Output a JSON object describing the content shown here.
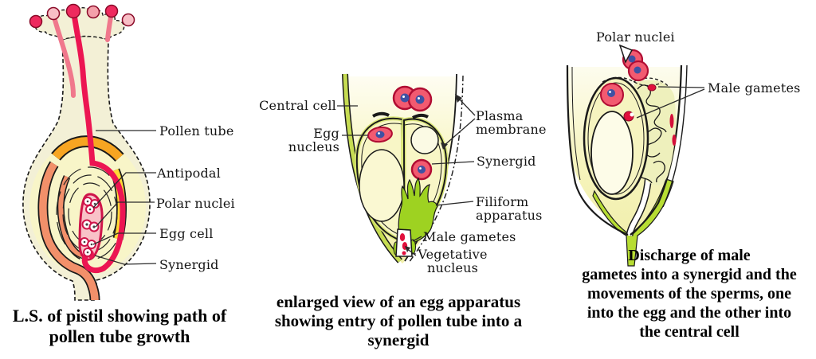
{
  "page": {
    "background": "#ffffff"
  },
  "colors": {
    "crimson_tube": "#ec1552",
    "light_pink_tube": "#f0788c",
    "pink_cell": "#f25a70",
    "cell_outline": "#b00d33",
    "blue_nucleus": "#3f51a3",
    "orange_integument": "#f7a522",
    "salmon_integument": "#f2906a",
    "yellow_band": "#ffd935",
    "cream_body": "#f3f0d6",
    "pale_yellow": "#f7f5bd",
    "yellow_green_band": "#c6dc52",
    "bright_green": "#9ed221",
    "label_text": "#141414"
  },
  "left_panel": {
    "caption_lines": [
      "L.S. of pistil showing path of",
      "pollen tube growth"
    ],
    "labels": {
      "pollen_tube": "Pollen tube",
      "antipodal": "Antipodal",
      "polar_nuclei": "Polar nuclei",
      "egg_cell": "Egg cell",
      "synergid": "Synergid"
    }
  },
  "middle_panel": {
    "caption_lines": [
      "enlarged view of an egg apparatus",
      "showing entry of pollen tube into a",
      "synergid"
    ],
    "labels": {
      "central_cell": "Central cell",
      "egg_nucleus": "Egg nucleus",
      "plasma_membrane": "Plasma membrane",
      "synergid": "Synergid",
      "filiform_apparatus": "Filiform apparatus",
      "male_gametes": "Male gametes",
      "vegetative_nucleus": "Vegetative nucleus"
    }
  },
  "right_panel": {
    "caption_lines": [
      "Discharge of male",
      "gametes into a synergid and the",
      "movements of the sperms, one",
      "into the egg and the other into",
      "the central cell"
    ],
    "labels": {
      "polar_nuclei": "Polar nuclei",
      "male_gametes": "Male gametes"
    }
  }
}
